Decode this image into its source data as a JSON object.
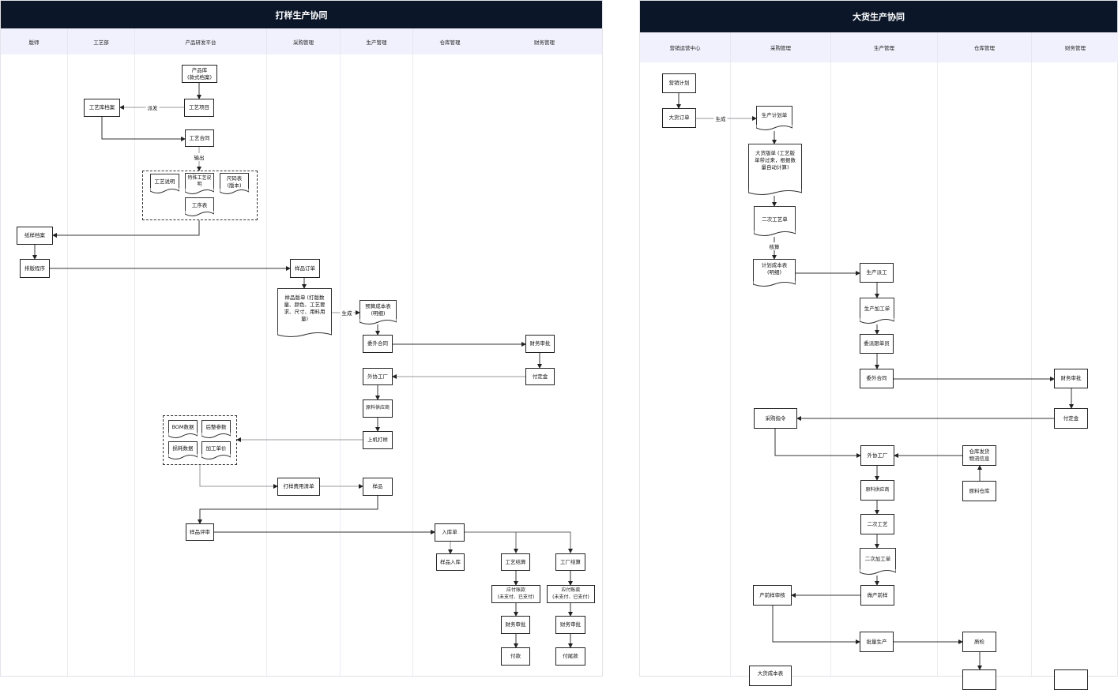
{
  "left": {
    "title": "打样生产协同",
    "lanes": [
      "版师",
      "工艺部",
      "产品研发平台",
      "采购管理",
      "生产管理",
      "仓库管理",
      "财务管理"
    ],
    "nodes": {
      "product_lib": "产品库\n(款式档案)",
      "craft_project": "工艺项目",
      "craft_archive": "工艺库档案",
      "craft_contract": "工艺合同",
      "craft_desc": "工艺说明",
      "special_craft": "特殊工艺说明",
      "size_chart": "尺码表\n(版本)",
      "process_sheet": "工序表",
      "pattern_archive": "纸样档案",
      "layout_program": "排版程序",
      "sample_order": "样品订单",
      "sample_sheet": "样品版单\n(打版数量、颜色、工艺要求、尺寸、用料用量)",
      "budget_cost": "预算成本表\n(明细)",
      "outsource_contract": "委外合同",
      "finance_approval": "财务审批",
      "deposit": "付定金",
      "partner_factory": "外协工厂",
      "material_supplier": "原料供应商",
      "machine_sample": "上机打样",
      "bom": "BOM数据",
      "finishing_params": "后整参数",
      "loss_data": "损耗数据",
      "unit_price": "加工单价",
      "sample_cost_list": "打样费用清单",
      "sample": "样品",
      "sample_review": "样品评审",
      "inbound_sheet": "入库单",
      "sample_inbound": "样品入库",
      "craft_settle": "工艺结算",
      "factory_settle": "工厂结算",
      "payable_1": "应付账款\n(未支付、已支付)",
      "payable_2": "应付账款\n(未支付、已支付)",
      "approval_1": "财务审批",
      "approval_2": "财务审批",
      "payment": "付款",
      "final_payment": "付尾款"
    },
    "edge_labels": {
      "dispatch": "派发",
      "output": "输出",
      "generate": "生成"
    }
  },
  "right": {
    "title": "大货生产协同",
    "lanes": [
      "营销运营中心",
      "采购管理",
      "生产管理",
      "仓库管理",
      "财务管理"
    ],
    "nodes": {
      "marketing_plan": "营销计划",
      "bulk_order": "大货订单",
      "production_plan": "生产计划单",
      "bulk_sheet": "大货版单\n(工艺版单带过来，根据数量自动计算)",
      "secondary_craft_sheet": "二次工艺单",
      "plan_cost": "计划成本表\n(明细)",
      "dispatch": "生产派工",
      "processing_sheet": "生产加工单",
      "assign_merch": "委派跟单员",
      "outsource_contract": "委外合同",
      "finance_approval": "财务审批",
      "deposit": "付定金",
      "purchase_order": "采购指令",
      "partner_factory": "外协工厂",
      "warehouse_ship": "仓库发货\n物流信息",
      "material_warehouse": "原料仓库",
      "material_supplier": "原料供应商",
      "secondary_craft": "二次工艺",
      "secondary_sheet": "二次加工单",
      "pre_sample": "做产前样",
      "pre_sample_review": "产前样审核",
      "mass_production": "批量生产",
      "qc": "质检",
      "bulk_cost": "大货成本表"
    },
    "edge_labels": {
      "generate": "生成",
      "account": "核算"
    }
  }
}
